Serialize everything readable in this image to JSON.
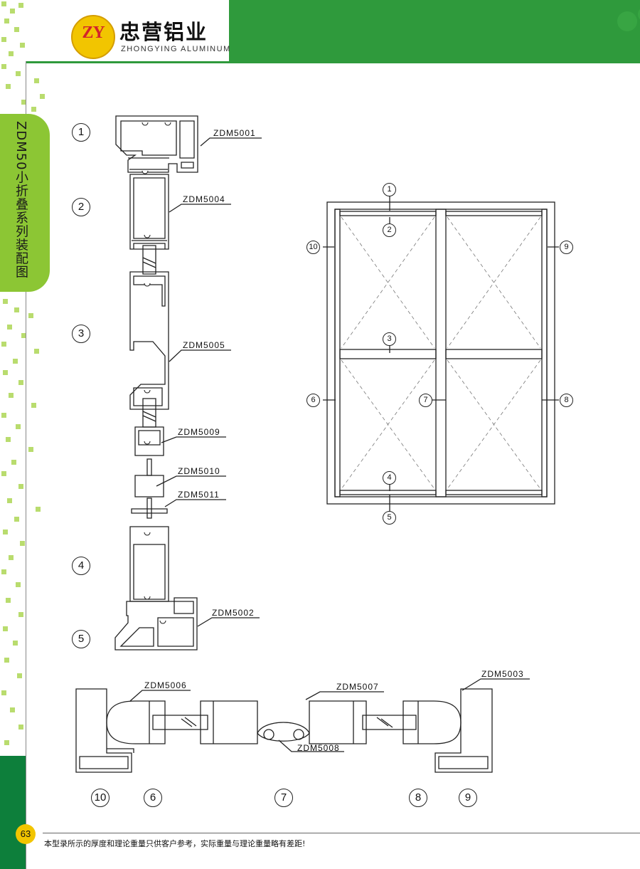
{
  "header": {
    "logo_text": "ZY",
    "brand_cn": "忠营铝业",
    "brand_en": "ZHONGYING ALUMINUM"
  },
  "sidebar": {
    "title": "ZDM50小折叠系列装配图"
  },
  "section_numbers": {
    "s1": "1",
    "s2": "2",
    "s3": "3",
    "s4": "4",
    "s5": "5"
  },
  "bottom_numbers": {
    "b10": "10",
    "b6": "6",
    "b7": "7",
    "b8": "8",
    "b9": "9"
  },
  "elevation_numbers": {
    "e1": "1",
    "e2": "2",
    "e3": "3",
    "e4": "4",
    "e5": "5",
    "e6": "6",
    "e7": "7",
    "e8": "8",
    "e9": "9",
    "e10": "10"
  },
  "parts": {
    "p5001": "ZDM5001",
    "p5004": "ZDM5004",
    "p5005": "ZDM5005",
    "p5009": "ZDM5009",
    "p5010": "ZDM5010",
    "p5011": "ZDM5011",
    "p5002": "ZDM5002",
    "p5006": "ZDM5006",
    "p5007": "ZDM5007",
    "p5003": "ZDM5003",
    "p5008": "ZDM5008"
  },
  "footer": {
    "page_number": "63",
    "note": "本型录所示的厚度和理论重量只供客户参考，实际重量与理论重量略有差距!"
  },
  "colors": {
    "header_green": "#2f9a3c",
    "tab_green": "#8cc634",
    "dark_green": "#0d7f3b",
    "logo_yellow": "#f2c500"
  }
}
